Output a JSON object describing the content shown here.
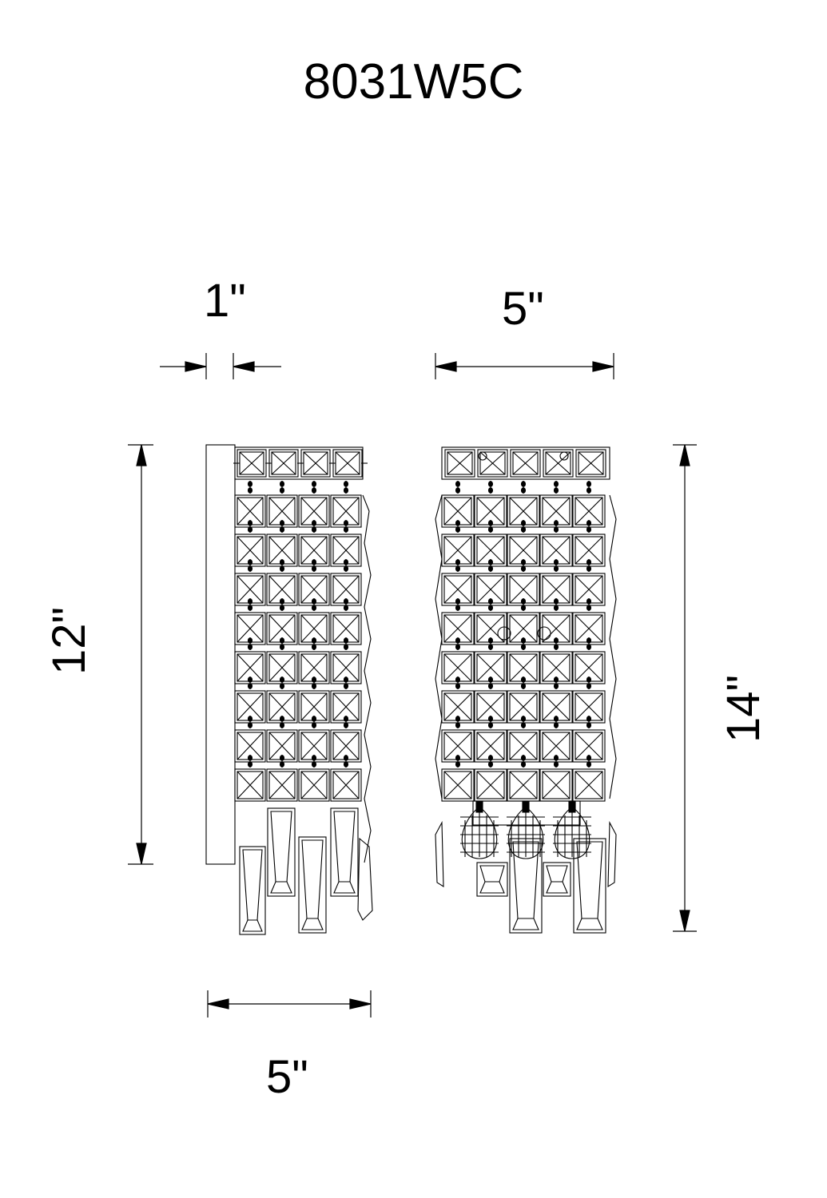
{
  "title": "8031W5C",
  "dimensions": {
    "depth": "1\"",
    "front_width": "5\"",
    "side_width": "5\"",
    "side_height": "12\"",
    "overall_height": "14\""
  },
  "colors": {
    "ink": "#000000",
    "background": "#ffffff"
  },
  "views": {
    "side_rows": 8,
    "side_cols": 4,
    "front_rows": 8,
    "front_cols": 5,
    "front_pendants": 3
  }
}
